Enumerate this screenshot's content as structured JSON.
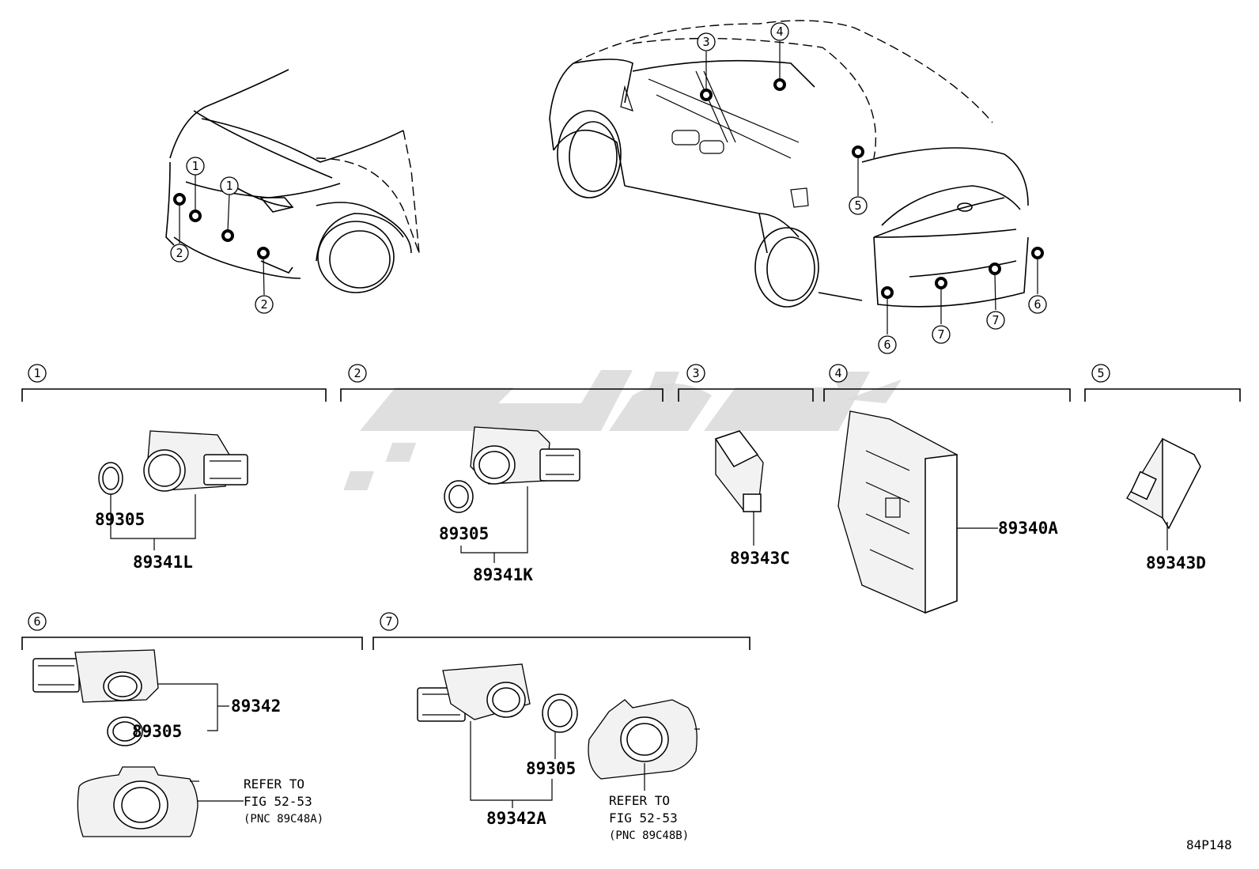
{
  "figure_code": "84P148",
  "location_callouts": {
    "front": [
      "1",
      "1",
      "2",
      "2"
    ],
    "rear": [
      "3",
      "4",
      "5",
      "6",
      "6",
      "7",
      "7"
    ]
  },
  "groups": [
    {
      "id": "1",
      "parts": [
        "89305",
        "89341L"
      ]
    },
    {
      "id": "2",
      "parts": [
        "89305",
        "89341K"
      ]
    },
    {
      "id": "3",
      "parts": [
        "89343C"
      ]
    },
    {
      "id": "4",
      "parts": [
        "89340A"
      ]
    },
    {
      "id": "5",
      "parts": [
        "89343D"
      ]
    },
    {
      "id": "6",
      "parts": [
        "89342",
        "89305"
      ],
      "refer": {
        "line1": "REFER TO",
        "line2": "FIG 52-53",
        "line3": "(PNC 89C48A)"
      }
    },
    {
      "id": "7",
      "parts": [
        "89305",
        "89342A"
      ],
      "refer": {
        "line1": "REFER TO",
        "line2": "FIG 52-53",
        "line3": "(PNC 89C48B)"
      }
    }
  ],
  "watermark": {
    "color": "#d9d9d9"
  }
}
